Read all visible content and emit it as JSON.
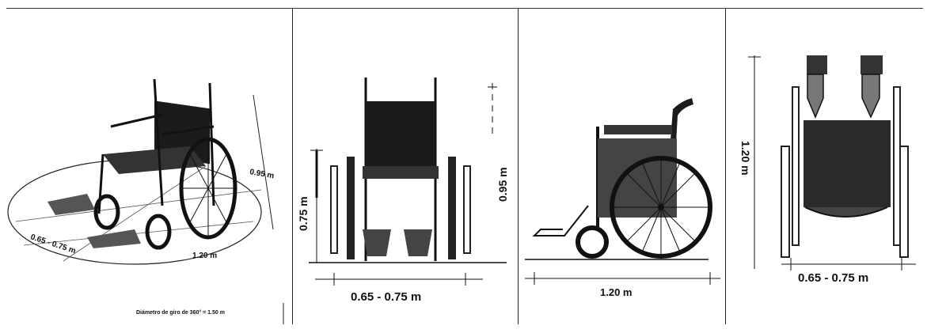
{
  "panels": {
    "perspective": {
      "height_label": "0.95 m",
      "width_label": "0.65 - 0.75 m",
      "length_label": "1.20 m",
      "caption": "Diámetro de giro de 360° = 1.50 m"
    },
    "front": {
      "seat_height_label": "0.75 m",
      "total_height_label": "0.95 m",
      "width_label": "0.65 - 0.75 m"
    },
    "side": {
      "length_label": "1.20 m"
    },
    "top": {
      "length_label": "1.20 m",
      "width_label": "0.65 - 0.75 m"
    }
  }
}
